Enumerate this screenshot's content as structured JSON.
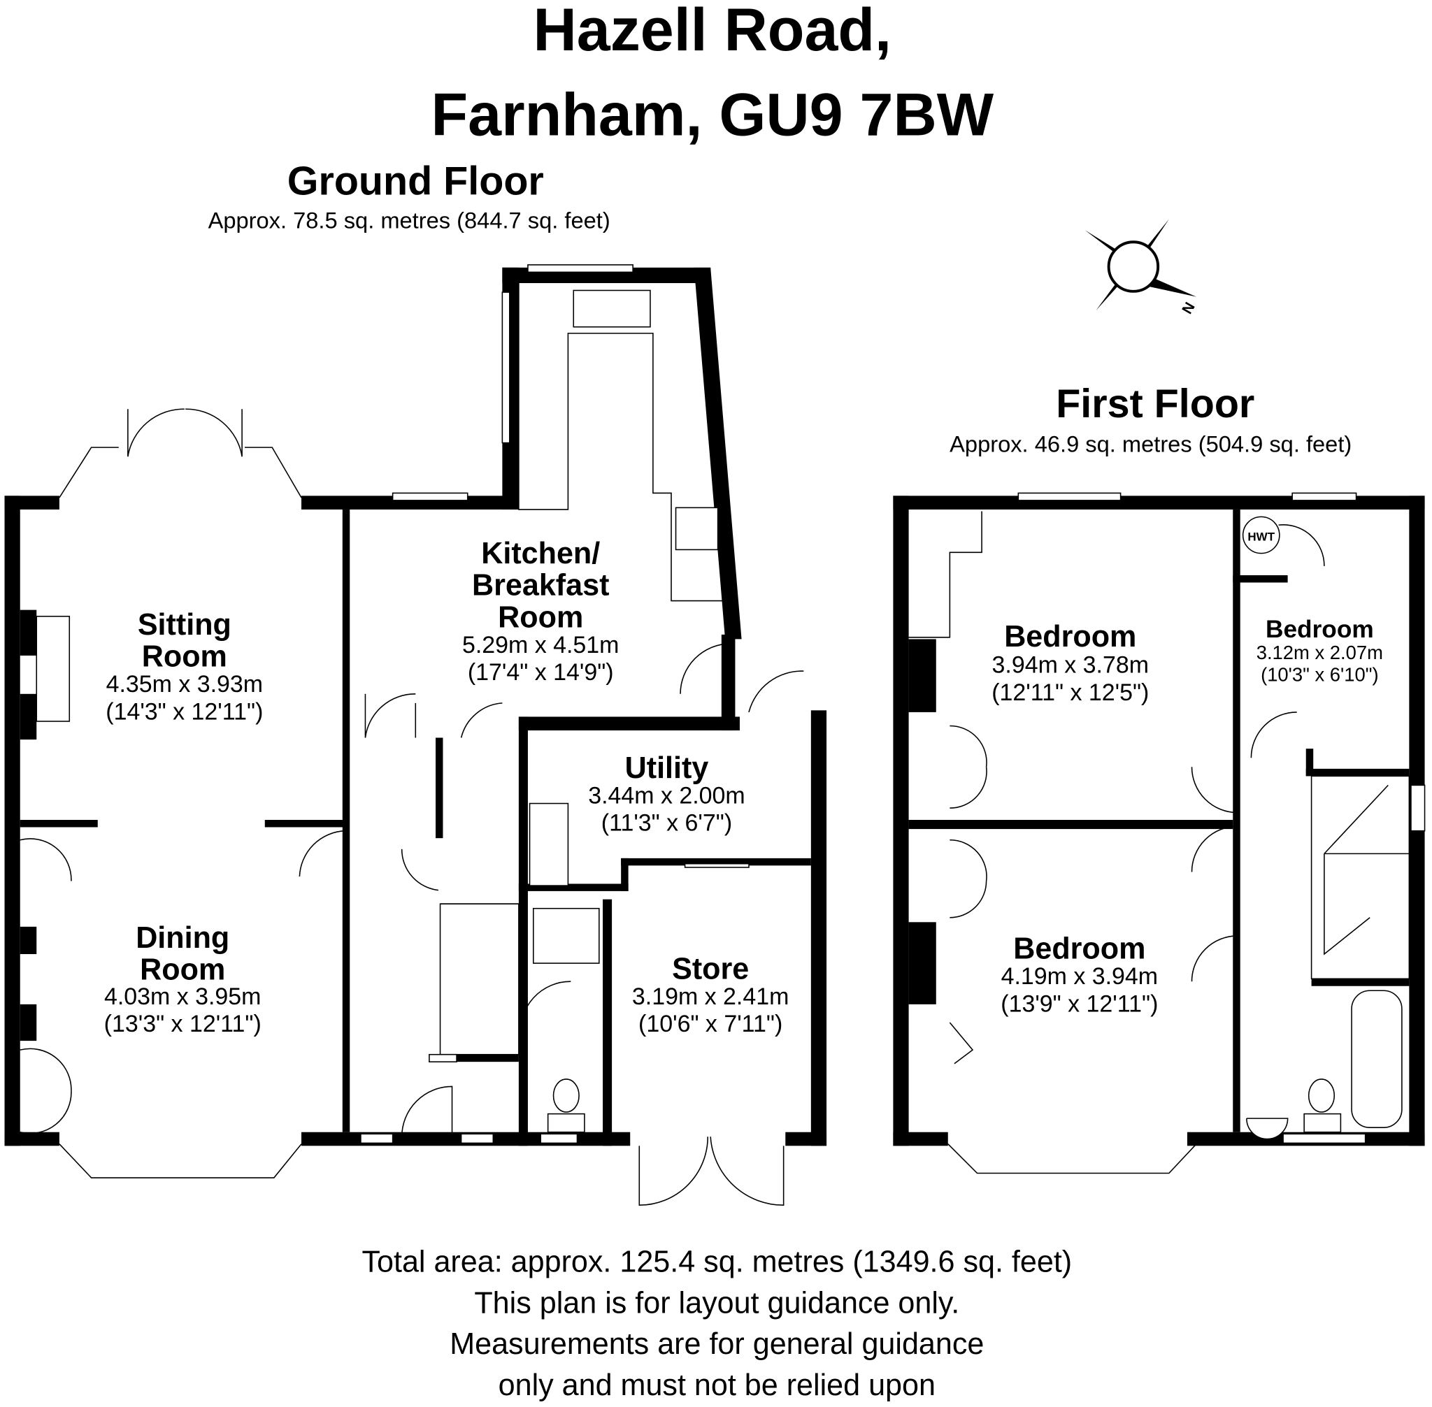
{
  "title": {
    "line1": "Hazell Road,",
    "line2": "Farnham, GU9 7BW"
  },
  "ground_floor": {
    "heading": "Ground Floor",
    "area": "Approx. 78.5 sq. metres (844.7 sq. feet)",
    "rooms": [
      {
        "name": [
          "Sitting",
          "Room"
        ],
        "metric": "4.35m x 3.93m",
        "imperial": "(14'3\" x 12'11\")"
      },
      {
        "name": [
          "Dining",
          "Room"
        ],
        "metric": "4.03m x 3.95m",
        "imperial": "(13'3\" x 12'11\")"
      },
      {
        "name": [
          "Kitchen/",
          "Breakfast",
          "Room"
        ],
        "metric": "5.29m x 4.51m",
        "imperial": "(17'4\" x 14'9\")"
      },
      {
        "name": [
          "Utility"
        ],
        "metric": "3.44m x 2.00m",
        "imperial": "(11'3\" x 6'7\")"
      },
      {
        "name": [
          "Store"
        ],
        "metric": "3.19m x 2.41m",
        "imperial": "(10'6\" x 7'11\")"
      }
    ]
  },
  "first_floor": {
    "heading": "First Floor",
    "area": "Approx. 46.9 sq. metres (504.9 sq. feet)",
    "rooms": [
      {
        "name": [
          "Bedroom"
        ],
        "metric": "3.94m x 3.78m",
        "imperial": "(12'11\" x 12'5\")"
      },
      {
        "name": [
          "Bedroom"
        ],
        "metric": "3.12m x 2.07m",
        "imperial": "(10'3\" x 6'10\")"
      },
      {
        "name": [
          "Bedroom"
        ],
        "metric": "4.19m x 3.94m",
        "imperial": "(13'9\" x 12'11\")"
      }
    ],
    "hwt_label": "HWT"
  },
  "compass": {
    "north_label": "N"
  },
  "footer": {
    "total": "Total area: approx. 125.4 sq. metres (1349.6 sq. feet)",
    "line2": "This plan is for layout guidance only.",
    "line3": "Measurements are for general guidance",
    "line4": "only and must not be relied upon"
  }
}
